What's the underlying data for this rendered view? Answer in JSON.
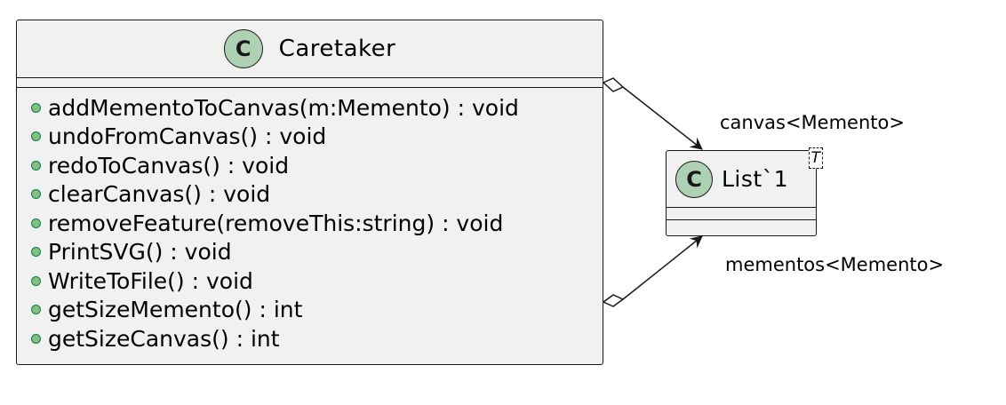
{
  "classes": {
    "caretaker": {
      "stereotype_letter": "C",
      "name": "Caretaker",
      "methods": [
        "addMementoToCanvas(m:Memento) : void",
        "undoFromCanvas() : void",
        "redoToCanvas() : void",
        "clearCanvas() : void",
        "removeFeature(removeThis:string) : void",
        "PrintSVG() : void",
        "WriteToFile() : void",
        "getSizeMemento() : int",
        "getSizeCanvas() : int"
      ]
    },
    "list": {
      "stereotype_letter": "C",
      "name": "List`1",
      "type_param": "T"
    }
  },
  "relations": [
    {
      "from": "Caretaker",
      "to": "List`1",
      "kind": "aggregation",
      "label": "canvas<Memento>"
    },
    {
      "from": "Caretaker",
      "to": "List`1",
      "kind": "aggregation",
      "label": "mementos<Memento>"
    }
  ],
  "colors": {
    "class_fill": "#f1f1f1",
    "class_icon": "#add1b2",
    "method_dot": "#84be84",
    "border": "#181818"
  }
}
